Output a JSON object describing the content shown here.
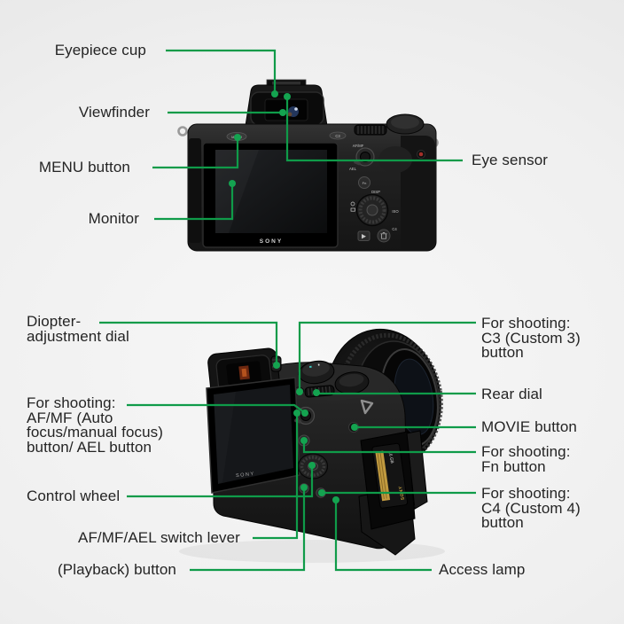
{
  "colors": {
    "accent_green": "#0f9b49",
    "dot_green": "#14a350",
    "label_text": "#242424",
    "background_light": "#f7f7f7",
    "background_dark": "#e3e3e3"
  },
  "top_view": {
    "labels": {
      "eyepiece_cup": "Eyepiece cup",
      "viewfinder": "Viewfinder",
      "menu_button": "MENU button",
      "monitor": "Monitor",
      "eye_sensor": "Eye sensor"
    },
    "camera_text": {
      "menu": "MENU",
      "c3": "C3",
      "af_mf": "AF/MF",
      "ael": "AEL",
      "fn": "Fn",
      "disp": "DISP",
      "iso": "ISO",
      "c4": "C4",
      "logo": "SONY"
    }
  },
  "bottom_view": {
    "labels": {
      "diopter": "Diopter-\nadjustment dial",
      "c3": "For shooting:\nC3 (Custom 3)\nbutton",
      "afmf_ael": "For shooting:\nAF/MF (Auto\nfocus/manual focus)\nbutton/ AEL button",
      "rear_dial": "Rear dial",
      "movie": "MOVIE button",
      "fn": "For shooting:\nFn button",
      "control_wheel": "Control wheel",
      "c4": "For shooting:\nC4 (Custom 4)\nbutton",
      "switch_lever": "AF/MF/AEL switch lever",
      "playback": "(Playback) button",
      "access_lamp": "Access lamp"
    },
    "camera_text": {
      "logo": "SONY",
      "card_capacity": "16 GB",
      "card_brand": "SONY"
    }
  }
}
